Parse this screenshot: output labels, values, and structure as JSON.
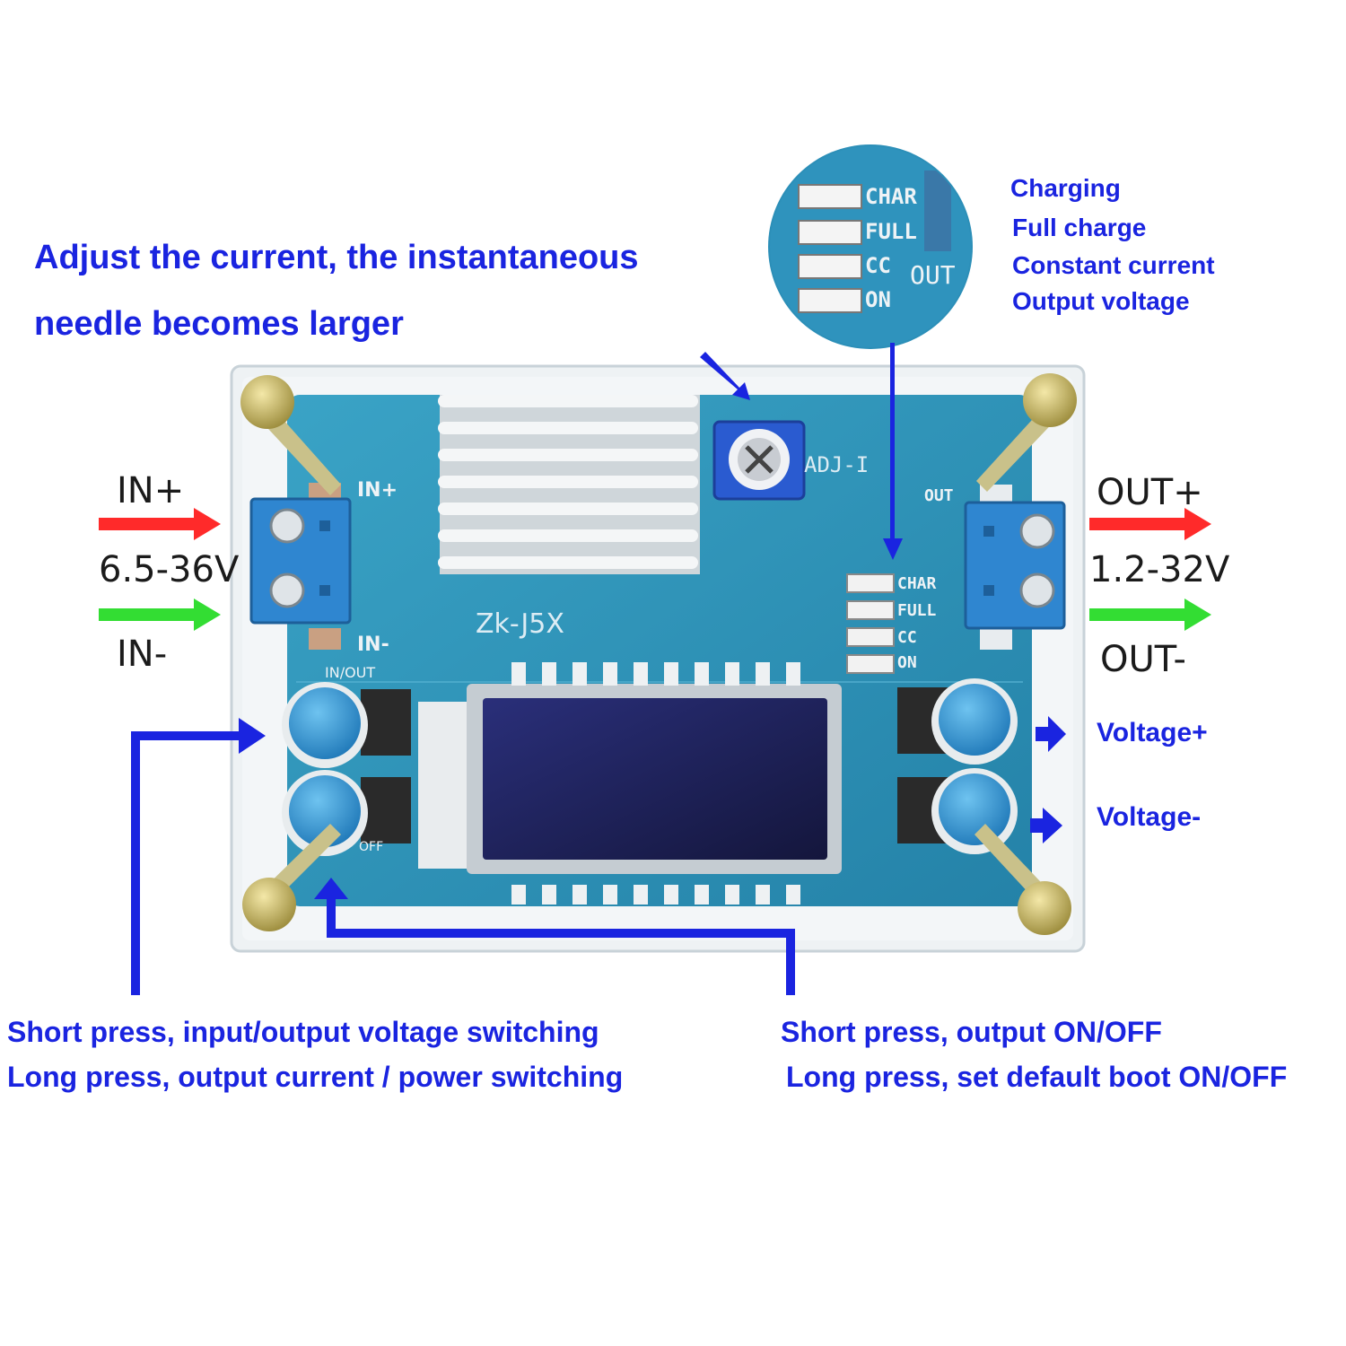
{
  "headline": {
    "line1": "Adjust the current, the instantaneous",
    "line2": "needle becomes larger"
  },
  "led_legend": [
    "Charging",
    "Full charge",
    "Constant current",
    "Output voltage"
  ],
  "led_codes": [
    "CHAR",
    "FULL",
    "CC",
    "ON"
  ],
  "silkscreen": {
    "model": "Zk-J5X",
    "adj": "ADJ-I",
    "in_plus": "IN+",
    "in_minus": "IN-",
    "out": "OUT",
    "in_out": "IN/OUT",
    "off": "OFF"
  },
  "input": {
    "plus": "IN+",
    "range": "6.5-36V",
    "minus": "IN-"
  },
  "output": {
    "plus": "OUT+",
    "range": "1.2-32V",
    "minus": "OUT-"
  },
  "buttons": {
    "up": "Voltage+",
    "down": "Voltage-"
  },
  "left_button_help": {
    "line1": "Short press, input/output voltage switching",
    "line2": "Long press, output current / power switching"
  },
  "right_button_help": {
    "line1": "Short press, output ON/OFF",
    "line2": "Long press, set default boot ON/OFF"
  },
  "colors": {
    "annotation": "#1a24e0",
    "pcb": "#2f93b8",
    "arrow_positive": "#ff2a2a",
    "arrow_negative": "#33dd33",
    "button": "#3d9ed6",
    "terminal": "#2f86d0"
  }
}
